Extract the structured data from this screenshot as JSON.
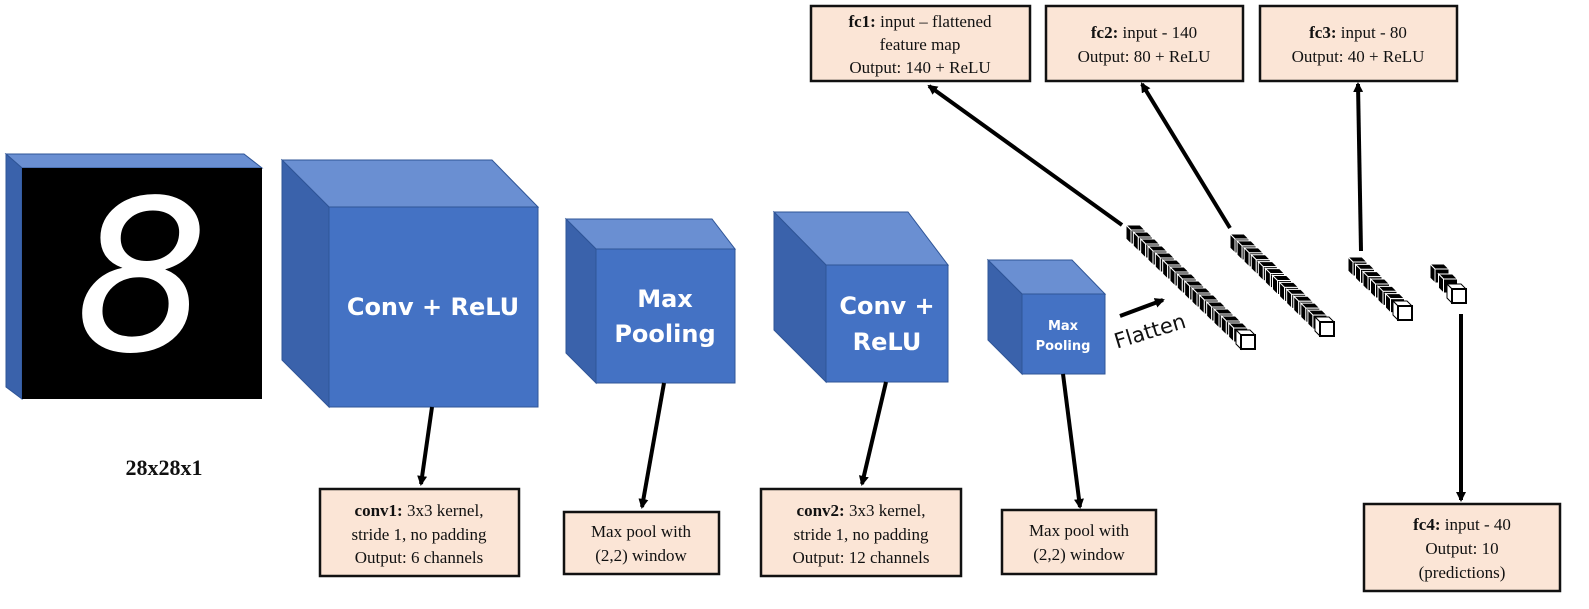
{
  "colors": {
    "block_front": "#4472c4",
    "block_top": "#6a8fd2",
    "block_side": "#3a62ab",
    "box_fill": "#fbe5d6",
    "box_border": "#111111"
  },
  "input": {
    "caption": "28x28x1",
    "digit": "8"
  },
  "blocks": {
    "conv1": {
      "line1": "Conv + ReLU"
    },
    "pool1": {
      "line1": "Max",
      "line2": "Pooling"
    },
    "conv2": {
      "line1": "Conv +",
      "line2": "ReLU"
    },
    "pool2": {
      "line1": "Max",
      "line2": "Pooling"
    }
  },
  "flatten_label": "Flatten",
  "boxes": {
    "conv1": {
      "bold": "conv1:",
      "line1": " 3x3 kernel,",
      "line2": "stride 1, no padding",
      "line3": "Output: 6 channels"
    },
    "pool1": {
      "line1": "Max pool with",
      "line2": "(2,2) window"
    },
    "conv2": {
      "bold": "conv2:",
      "line1": " 3x3 kernel,",
      "line2": "stride 1, no padding",
      "line3": "Output: 12 channels"
    },
    "pool2": {
      "line1": "Max pool with",
      "line2": "(2,2) window"
    },
    "fc1": {
      "bold": "fc1:",
      "line1": " input – flattened",
      "line2": "feature map",
      "line3": "Output: 140 + ReLU"
    },
    "fc2": {
      "bold": "fc2:",
      "line1": " input - 140",
      "line2": "Output: 80 + ReLU"
    },
    "fc3": {
      "bold": "fc3:",
      "line1": " input - 80",
      "line2": "Output: 40 + ReLU"
    },
    "fc4": {
      "bold": "fc4:",
      "line1": " input - 40",
      "line2": "Output: 10",
      "line3": "(predictions)"
    }
  }
}
